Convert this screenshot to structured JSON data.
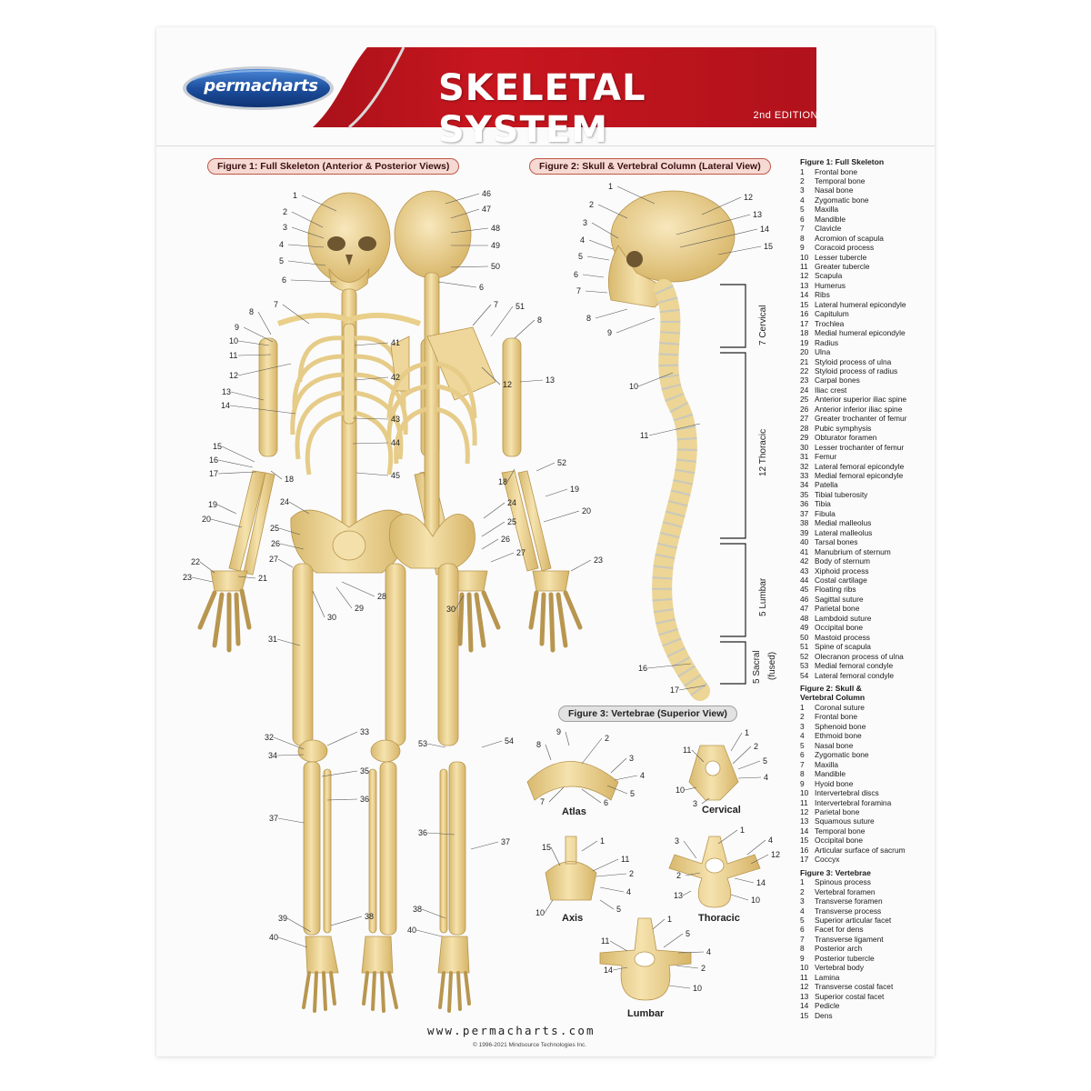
{
  "header": {
    "logo_text": "permacharts",
    "title": "SKELETAL SYSTEM",
    "edition": "2nd EDITION",
    "colors": {
      "banner_red": "#b8141f",
      "logo_blue": "#1d4f9e",
      "bone": "#ecd595"
    }
  },
  "figures": {
    "fig1_title": "Figure 1: Full Skeleton (Anterior & Posterior Views)",
    "fig2_title": "Figure 2: Skull & Vertebral Column (Lateral View)",
    "fig3_title": "Figure 3: Vertebrae (Superior View)",
    "spine_regions": [
      "7 Cervical",
      "12 Thoracic",
      "5 Lumbar",
      "5 Sacral",
      "(fused)"
    ],
    "vertebrae": [
      "Atlas",
      "Cervical",
      "Axis",
      "Thoracic",
      "Lumbar"
    ]
  },
  "legend": {
    "fig1": {
      "heading": "Figure 1: Full Skeleton",
      "items": [
        "Frontal bone",
        "Temporal bone",
        "Nasal bone",
        "Zygomatic bone",
        "Maxilla",
        "Mandible",
        "Clavicle",
        "Acromion of scapula",
        "Coracoid process",
        "Lesser tubercle",
        "Greater tubercle",
        "Scapula",
        "Humerus",
        "Ribs",
        "Lateral humeral epicondyle",
        "Capitulum",
        "Trochlea",
        "Medial humeral epicondyle",
        "Radius",
        "Ulna",
        "Styloid process of ulna",
        "Styloid process of radius",
        "Carpal bones",
        "Iliac crest",
        "Anterior superior iliac spine",
        "Anterior inferior iliac spine",
        "Greater trochanter of femur",
        "Pubic symphysis",
        "Obturator foramen",
        "Lesser trochanter of femur",
        "Femur",
        "Lateral femoral epicondyle",
        "Medial femoral epicondyle",
        "Patella",
        "Tibial tuberosity",
        "Tibia",
        "Fibula",
        "Medial malleolus",
        "Lateral malleolus",
        "Tarsal bones",
        "Manubrium of sternum",
        "Body of sternum",
        "Xiphoid process",
        "Costal cartilage",
        "Floating ribs",
        "Sagittal suture",
        "Parietal bone",
        "Lambdoid suture",
        "Occipital bone",
        "Mastoid process",
        "Spine of scapula",
        "Olecranon process of ulna",
        "Medial femoral condyle",
        "Lateral femoral condyle"
      ]
    },
    "fig2": {
      "heading_line1": "Figure 2: Skull &",
      "heading_line2": "Vertebral Column",
      "items": [
        "Coronal suture",
        "Frontal bone",
        "Sphenoid bone",
        "Ethmoid bone",
        "Nasal bone",
        "Zygomatic bone",
        "Maxilla",
        "Mandible",
        "Hyoid bone",
        "Intervertebral discs",
        "Intervertebral foramina",
        "Parietal bone",
        "Squamous suture",
        "Temporal bone",
        "Occipital bone",
        "Articular surface of sacrum",
        "Coccyx"
      ]
    },
    "fig3": {
      "heading": "Figure 3: Vertebrae",
      "items": [
        "Spinous process",
        "Vertebral foramen",
        "Transverse foramen",
        "Transverse process",
        "Superior articular facet",
        "Facet for dens",
        "Transverse ligament",
        "Posterior arch",
        "Posterior tubercle",
        "Vertebral body",
        "Lamina",
        "Transverse costal facet",
        "Superior costal facet",
        "Pedicle",
        "Dens"
      ]
    }
  },
  "callouts": {
    "fig1": [
      "1",
      "2",
      "3",
      "4",
      "5",
      "6",
      "7",
      "8",
      "9",
      "10",
      "11",
      "12",
      "13",
      "14",
      "15",
      "16",
      "17",
      "18",
      "19",
      "20",
      "21",
      "22",
      "23",
      "24",
      "25",
      "26",
      "27",
      "28",
      "29",
      "30",
      "31",
      "32",
      "33",
      "34",
      "35",
      "36",
      "37",
      "39",
      "38",
      "40",
      "41",
      "42",
      "43",
      "44",
      "45",
      "46",
      "47",
      "48",
      "49",
      "50",
      "6",
      "7",
      "51",
      "8",
      "12",
      "13",
      "18",
      "52",
      "19",
      "20",
      "24",
      "25",
      "26",
      "27",
      "23",
      "30",
      "53",
      "54",
      "36",
      "37",
      "38",
      "40"
    ],
    "fig2": [
      "1",
      "2",
      "3",
      "4",
      "5",
      "6",
      "7",
      "8",
      "9",
      "12",
      "13",
      "14",
      "15",
      "10",
      "11",
      "16",
      "17"
    ],
    "fig3": [
      "9",
      "2",
      "8",
      "3",
      "4",
      "7",
      "6",
      "5",
      "1",
      "11",
      "2",
      "5",
      "4",
      "10",
      "3",
      "1",
      "15",
      "11",
      "2",
      "4",
      "10",
      "5",
      "1",
      "4",
      "12",
      "3",
      "2",
      "14",
      "13",
      "10",
      "1",
      "11",
      "5",
      "4",
      "2",
      "14",
      "10"
    ]
  },
  "footer": {
    "url": "www.permacharts.com",
    "copyright": "© 1996-2021 Mindsource Technologies Inc."
  }
}
